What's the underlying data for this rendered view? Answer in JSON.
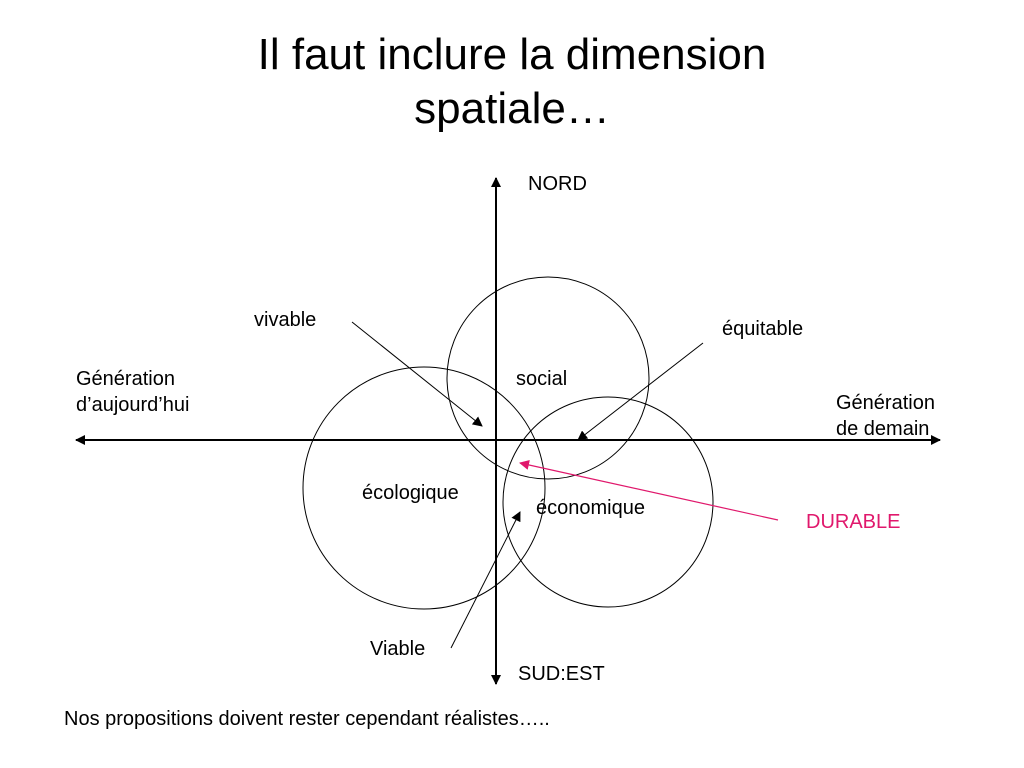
{
  "title": {
    "line1": "Il faut  inclure la dimension",
    "line2": "spatiale…"
  },
  "axes": {
    "north": "NORD",
    "south": "SUD:EST",
    "west_line1": "Génération",
    "west_line2": "d’aujourd’hui",
    "east_line1": "Génération",
    "east_line2": "de demain"
  },
  "circles": {
    "social": "social",
    "ecologique": "écologique",
    "economique": "économique"
  },
  "annotations": {
    "vivable": "vivable",
    "equitable": "équitable",
    "viable": "Viable",
    "durable": "DURABLE"
  },
  "colors": {
    "durable": "#e0186c"
  },
  "footer": "Nos propositions doivent rester cependant réalistes….."
}
